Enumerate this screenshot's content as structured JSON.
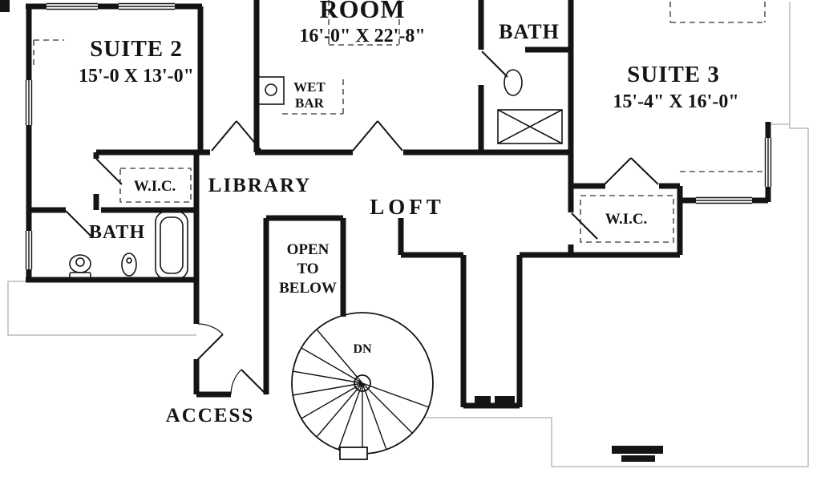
{
  "plan": {
    "labels": {
      "suite2_name": "SUITE 2",
      "suite2_dims": "15'-0 X 13'-0\"",
      "room_name": "ROOM",
      "room_dims": "16'-0\" X 22'-8\"",
      "bath_top": "BATH",
      "suite3_name": "SUITE 3",
      "suite3_dims": "15'-4\" X 16'-0\"",
      "wet_bar_line1": "WET",
      "wet_bar_line2": "BAR",
      "wic_left": "W.I.C.",
      "library": "LIBRARY",
      "loft": "LOFT",
      "wic_right": "W.I.C.",
      "bath_left": "BATH",
      "open_below_line1": "OPEN",
      "open_below_line2": "TO",
      "open_below_line3": "BELOW",
      "stair_direction": "DN",
      "access": "ACCESS"
    },
    "colors": {
      "wall": "#141414",
      "text": "#141414",
      "roof_outline": "#bcbcbc",
      "dashed": "#555555",
      "background": "#ffffff"
    }
  }
}
